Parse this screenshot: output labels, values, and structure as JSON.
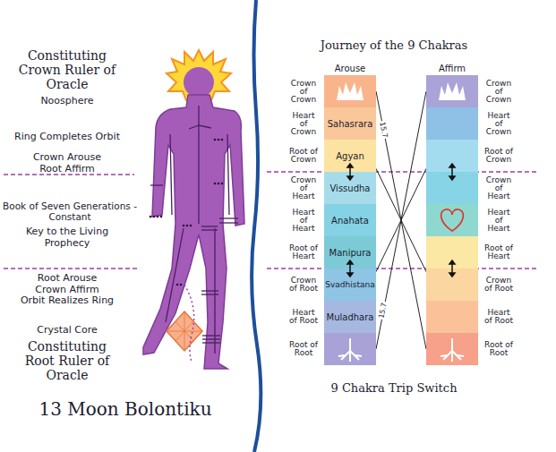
{
  "diagram": {
    "title": "Journey of the 9 Chakras",
    "caption": "9 Chakra Trip Switch",
    "nodes": [
      {
        "text": [
          "Arouse"
        ]
      },
      {
        "text": [
          "Crown of Crown"
        ],
        "in": 0
      },
      {
        "text": [
          "Heart of Crown",
          "Sahasrara"
        ],
        "in": 0
      },
      {
        "text": [
          "Root of Crown",
          "Agyan"
        ],
        "in": 0
      },
      {
        "text": [
          "Crown of Heart",
          "Vissudha"
        ],
        "in": 0
      },
      {
        "text": [
          "Heart of Heart",
          "Anahata"
        ],
        "in": 0
      },
      {
        "text": [
          "Root of Heart",
          "Manipura"
        ],
        "in": 0
      },
      {
        "text": [
          "Crown of Root",
          "Svadhistana"
        ],
        "in": 0
      },
      {
        "text": [
          "Heart of Root",
          "Muladhara"
        ],
        "in": 0
      },
      {
        "text": [
          "Root of Root"
        ],
        "in": 0
      },
      {
        "text": [
          "Affirm"
        ]
      },
      {
        "text": [
          "Crown of Crown"
        ],
        "in": 10
      },
      {
        "text": [
          "Heart of Crown"
        ],
        "in": 10
      },
      {
        "text": [
          "Root of Crown"
        ],
        "in": 10
      },
      {
        "text": [
          "Crown of Heart"
        ],
        "in": 10
      },
      {
        "text": [
          "Heart of Heart"
        ],
        "in": 10
      },
      {
        "text": [
          "Root of Heart"
        ],
        "in": 10
      },
      {
        "text": [
          "Crown of Root"
        ],
        "in": 10
      },
      {
        "text": [
          "Heart of Root"
        ],
        "in": 10
      },
      {
        "text": [
          "Root of Root"
        ],
        "in": 10
      }
    ],
    "edges": [
      {
        "from": 1,
        "to": 19,
        "arrow": "none",
        "label": "15.7"
      },
      {
        "from": 9,
        "to": 11,
        "arrow": "none",
        "label": "15.7"
      },
      {
        "from": 3,
        "to": 17,
        "arrow": "none"
      },
      {
        "from": 7,
        "to": 13,
        "arrow": "none"
      }
    ],
    "labels": [
      "Constituting Crown Ruler of Oracle",
      "Noosphere",
      "Ring Completes Orbit",
      "Crown Arouse Root Affirm",
      "Book of Seven Generations - Constant",
      "Key to the Living Prophecy",
      "Root Arouse Crown Affirm",
      "Orbit Realizes Ring",
      "Crystal Core",
      "Constituting Root Ruler of Oracle",
      "13 Moon Bolontiku"
    ]
  }
}
